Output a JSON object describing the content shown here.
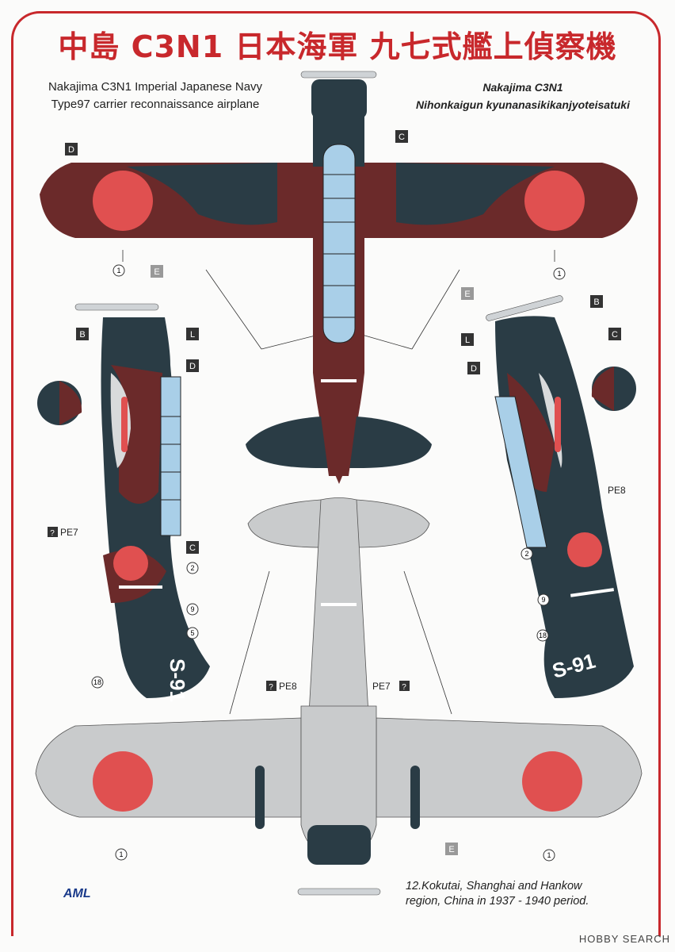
{
  "title": "中島 C3N1 日本海軍 九七式艦上偵察機",
  "caption_left": {
    "line1": "Nakajima C3N1 Imperial Japanese Navy",
    "line2": "Type97 carrier reconnaissance airplane"
  },
  "caption_right": {
    "line1": "Nakajima C3N1",
    "line2": "Nihonkaigun kyunanasikikanjyoteisatuki"
  },
  "footer": {
    "line1": "12.Kokutai, Shanghai and Hankow",
    "line2": "region, China in 1937 - 1940 period."
  },
  "logo_text": "AML",
  "watermark": "HOBBY SEARCH",
  "tail_code": "S-91",
  "callouts": {
    "D": "D",
    "C": "C",
    "E": "E",
    "B": "B",
    "L": "L",
    "PE7": "PE7",
    "PE8": "PE8",
    "n1": "1",
    "n2": "2",
    "n5": "5",
    "n9": "9",
    "n18": "18",
    "q": "?"
  },
  "colors": {
    "frame_red": "#c8282c",
    "hinomaru": "#e05050",
    "dark_green": "#2a3c45",
    "brown": "#6b2a2a",
    "light_grey": "#c9cbcc",
    "canopy": "#a9cfe8"
  }
}
